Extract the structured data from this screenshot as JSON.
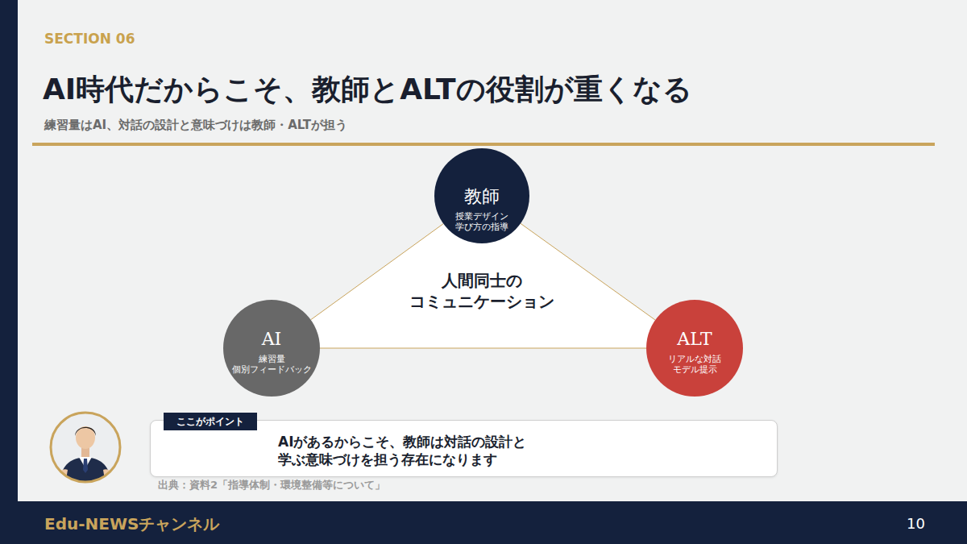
{
  "diagram": {
    "title": "AI時代だからこそ、教師とALTの役割が重くなる",
    "nodes": [
      {
        "text": [
          "教師",
          "授業デザイン 学び方の指導"
        ]
      },
      {
        "text": [
          "AI",
          "練習量 個別フィードバック"
        ]
      },
      {
        "text": [
          "ALT",
          "リアルな対話 モデル提示"
        ]
      },
      {
        "text": [
          "AIがあるからこそ、教師は対話の設計と 学ぶ意味づけを担う存在になります"
        ]
      },
      {
        "text": [
          "ここがポイント"
        ],
        "in": 3
      }
    ],
    "edges": [
      {
        "from": 0,
        "to": 1,
        "arrow": "none"
      },
      {
        "from": 0,
        "to": 2,
        "arrow": "none"
      },
      {
        "from": 1,
        "to": 2,
        "arrow": "none"
      }
    ],
    "labels": [
      "SECTION 06",
      "練習量はAI、対話の設計と意味づけは教師・ALTが担う",
      "人間同士の コミュニケーション",
      "出典：資料2「指導体制・環境整備等について」",
      "Edu-NEWSチャンネル",
      "10"
    ]
  }
}
